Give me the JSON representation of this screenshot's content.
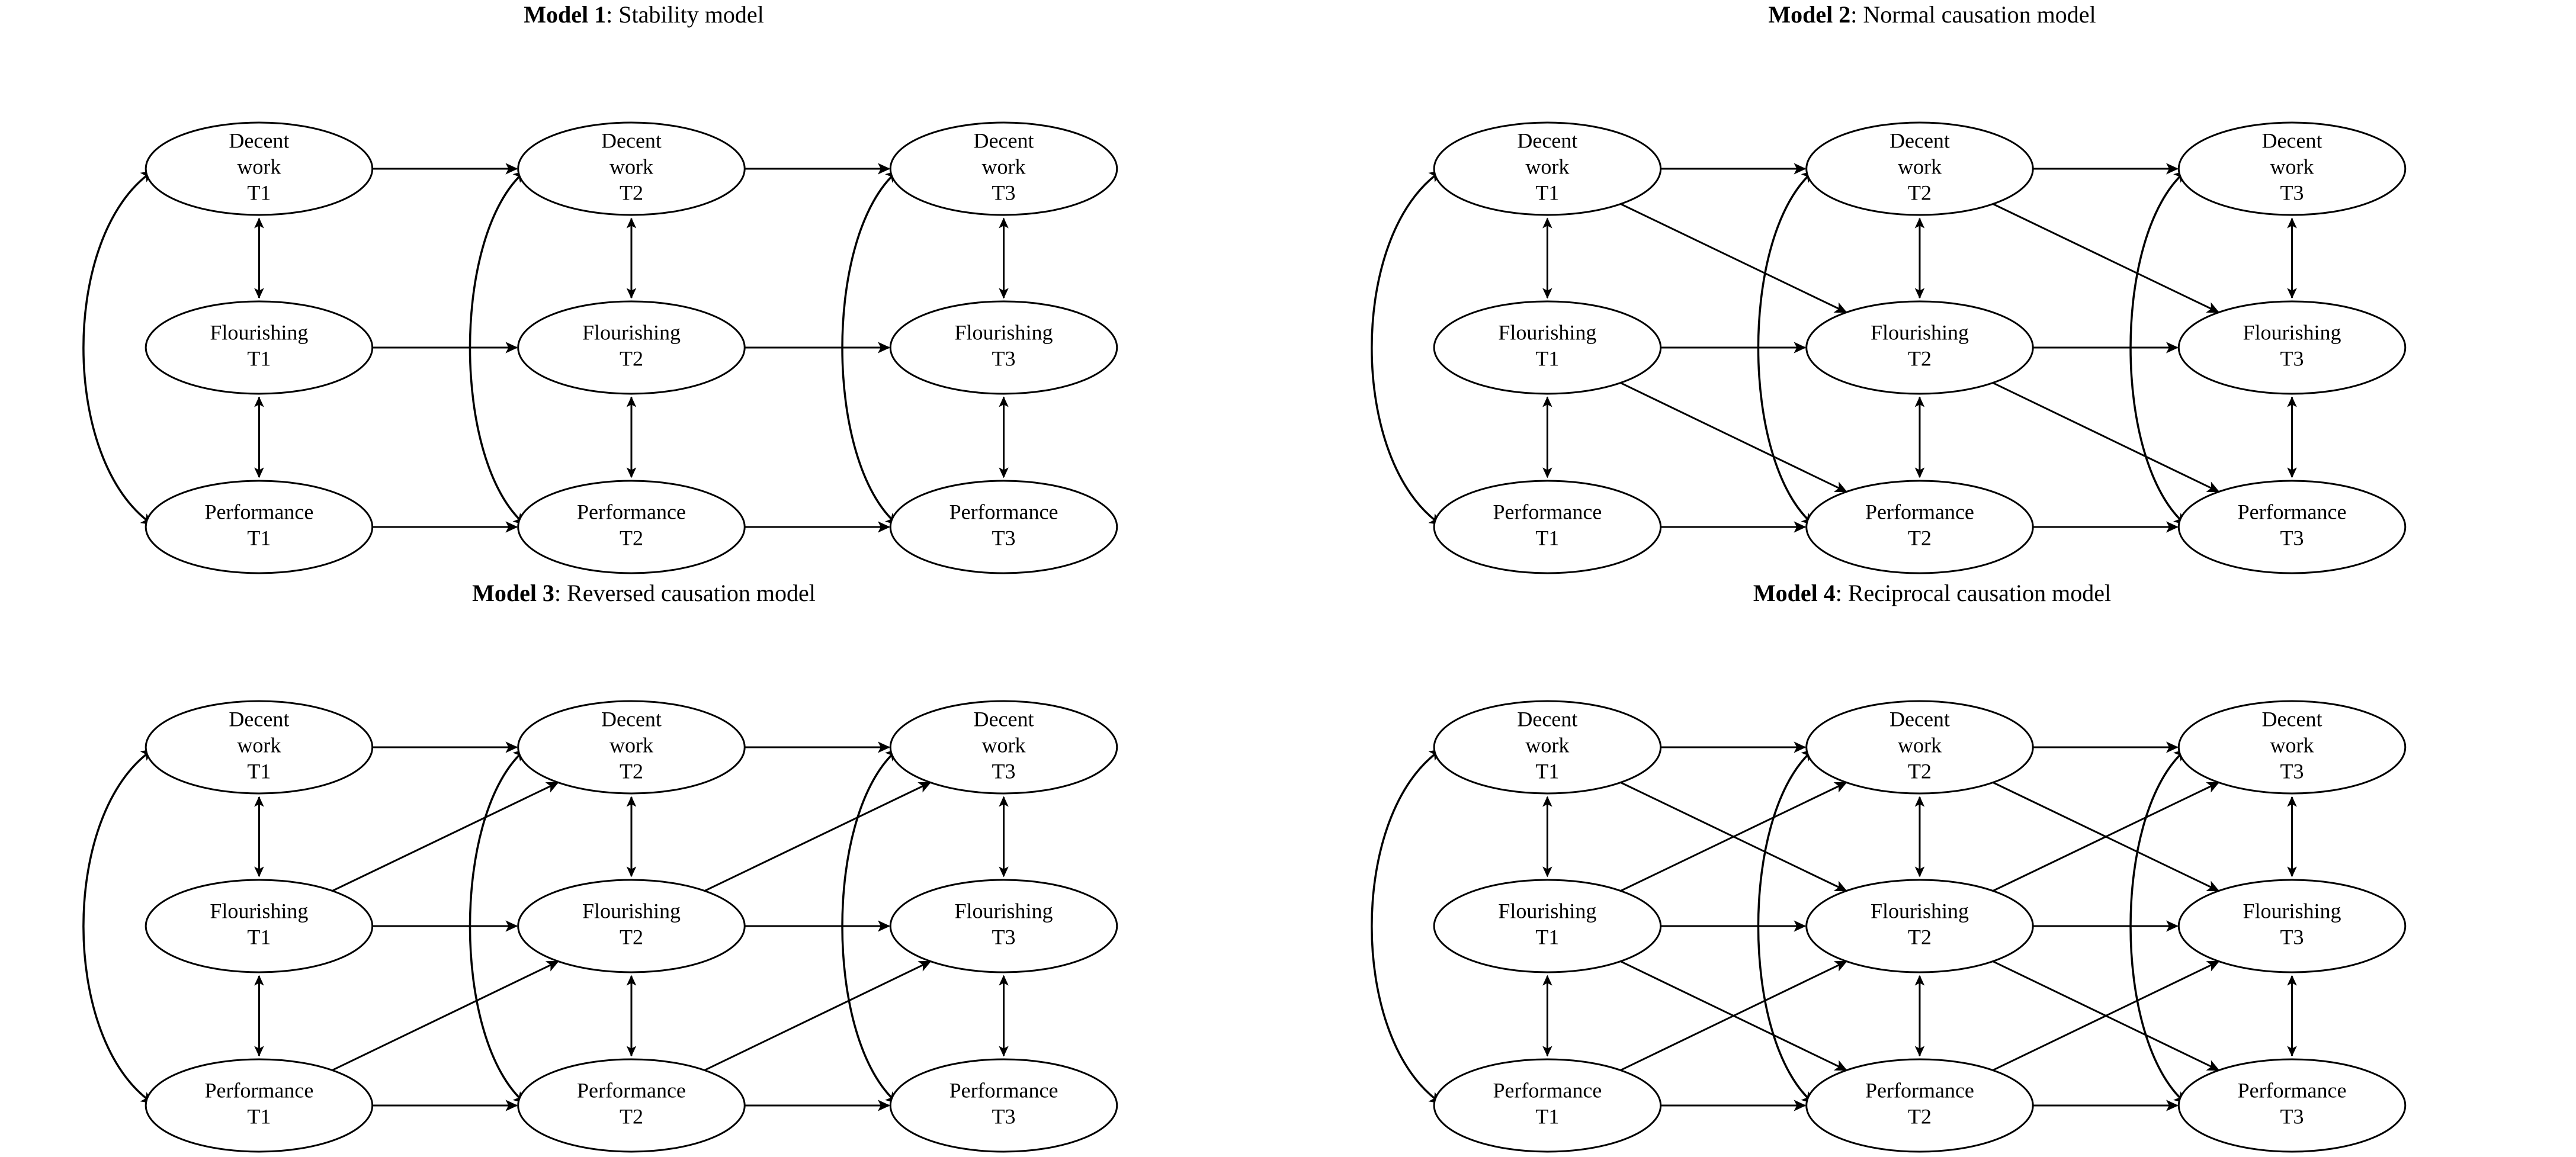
{
  "figure": {
    "background_color": "#ffffff",
    "line_color": "#000000",
    "panel_count": 4
  },
  "constructs": [
    "Decent work",
    "Flourishing",
    "Performance"
  ],
  "waves": [
    "T1",
    "T2",
    "T3"
  ],
  "node_labels": {
    "decent_work_t1": "Decent\nwork\nT1",
    "decent_work_t2": "Decent\nwork\nT2",
    "decent_work_t3": "Decent\nwork\nT3",
    "flourishing_t1": "Flourishing\nT1",
    "flourishing_t2": "Flourishing\nT2",
    "flourishing_t3": "Flourishing\nT3",
    "performance_t1": "Performance\nT1",
    "performance_t2": "Performance\nT2",
    "performance_t3": "Performance\nT3"
  },
  "panels": [
    {
      "id": "model-1",
      "number_label": "Model 1",
      "title_rest": ": Stability model",
      "full_title": "Model 1: Stability model",
      "autoregressive_paths": [
        "Decent work T1 -> Decent work T2",
        "Decent work T2 -> Decent work T3",
        "Flourishing T1 -> Flourishing T2",
        "Flourishing T2 -> Flourishing T3",
        "Performance T1 -> Performance T2",
        "Performance T2 -> Performance T3"
      ],
      "cross_lagged_paths": [],
      "within_wave_correlations": [
        "Decent work T1 <-> Flourishing T1",
        "Flourishing T1 <-> Performance T1",
        "Decent work T1 <-> Performance T1",
        "Decent work T2 <-> Flourishing T2",
        "Flourishing T2 <-> Performance T2",
        "Decent work T2 <-> Performance T2",
        "Decent work T3 <-> Flourishing T3",
        "Flourishing T3 <-> Performance T3",
        "Decent work T3 <-> Performance T3"
      ]
    },
    {
      "id": "model-2",
      "number_label": "Model 2",
      "title_rest": ": Normal causation model",
      "full_title": "Model 2: Normal causation model",
      "autoregressive_paths": [
        "Decent work T1 -> Decent work T2",
        "Decent work T2 -> Decent work T3",
        "Flourishing T1 -> Flourishing T2",
        "Flourishing T2 -> Flourishing T3",
        "Performance T1 -> Performance T2",
        "Performance T2 -> Performance T3"
      ],
      "cross_lagged_paths": [
        "Decent work T1 -> Flourishing T2",
        "Flourishing T1 -> Performance T2",
        "Decent work T2 -> Flourishing T3",
        "Flourishing T2 -> Performance T3"
      ],
      "within_wave_correlations": [
        "Decent work T1 <-> Flourishing T1",
        "Flourishing T1 <-> Performance T1",
        "Decent work T1 <-> Performance T1",
        "Decent work T2 <-> Flourishing T2",
        "Flourishing T2 <-> Performance T2",
        "Decent work T2 <-> Performance T2",
        "Decent work T3 <-> Flourishing T3",
        "Flourishing T3 <-> Performance T3",
        "Decent work T3 <-> Performance T3"
      ]
    },
    {
      "id": "model-3",
      "number_label": "Model 3",
      "title_rest": ": Reversed causation model",
      "full_title": "Model 3: Reversed causation model",
      "autoregressive_paths": [
        "Decent work T1 -> Decent work T2",
        "Decent work T2 -> Decent work T3",
        "Flourishing T1 -> Flourishing T2",
        "Flourishing T2 -> Flourishing T3",
        "Performance T1 -> Performance T2",
        "Performance T2 -> Performance T3"
      ],
      "cross_lagged_paths": [
        "Flourishing T1 -> Decent work T2",
        "Performance T1 -> Flourishing T2",
        "Flourishing T2 -> Decent work T3",
        "Performance T2 -> Flourishing T3"
      ],
      "within_wave_correlations": [
        "Decent work T1 <-> Flourishing T1",
        "Flourishing T1 <-> Performance T1",
        "Decent work T1 <-> Performance T1",
        "Decent work T2 <-> Flourishing T2",
        "Flourishing T2 <-> Performance T2",
        "Decent work T2 <-> Performance T2",
        "Decent work T3 <-> Flourishing T3",
        "Flourishing T3 <-> Performance T3",
        "Decent work T3 <-> Performance T3"
      ]
    },
    {
      "id": "model-4",
      "number_label": "Model 4",
      "title_rest": ": Reciprocal causation model",
      "full_title": "Model 4: Reciprocal causation model",
      "autoregressive_paths": [
        "Decent work T1 -> Decent work T2",
        "Decent work T2 -> Decent work T3",
        "Flourishing T1 -> Flourishing T2",
        "Flourishing T2 -> Flourishing T3",
        "Performance T1 -> Performance T2",
        "Performance T2 -> Performance T3"
      ],
      "cross_lagged_paths": [
        "Decent work T1 -> Flourishing T2",
        "Flourishing T1 -> Decent work T2",
        "Flourishing T1 -> Performance T2",
        "Performance T1 -> Flourishing T2",
        "Decent work T2 -> Flourishing T3",
        "Flourishing T2 -> Decent work T3",
        "Flourishing T2 -> Performance T3",
        "Performance T2 -> Flourishing T3"
      ],
      "within_wave_correlations": [
        "Decent work T1 <-> Flourishing T1",
        "Flourishing T1 <-> Performance T1",
        "Decent work T1 <-> Performance T1",
        "Decent work T2 <-> Flourishing T2",
        "Flourishing T2 <-> Performance T2",
        "Decent work T2 <-> Performance T2",
        "Decent work T3 <-> Flourishing T3",
        "Flourishing T3 <-> Performance T3",
        "Decent work T3 <-> Performance T3"
      ]
    }
  ]
}
